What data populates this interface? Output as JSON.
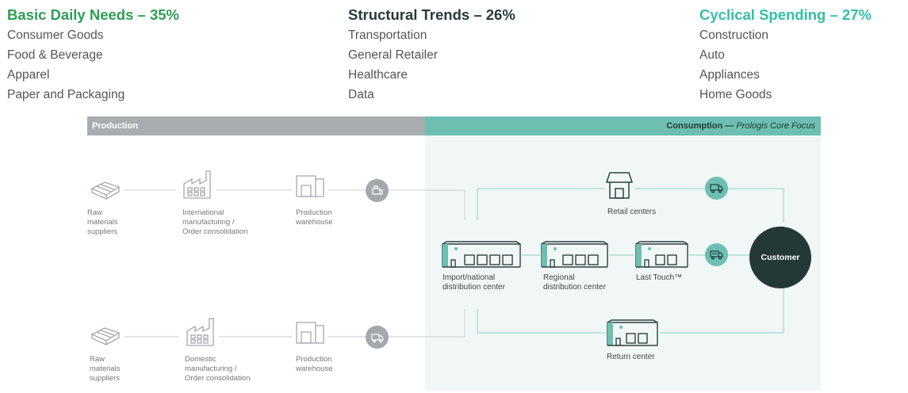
{
  "columns": [
    {
      "title": "Basic Daily Needs – 35%",
      "color": "#2e9e56",
      "items": [
        "Consumer Goods",
        "Food & Beverage",
        "Apparel",
        "Paper and Packaging"
      ]
    },
    {
      "title": "Structural Trends – 26%",
      "color": "#2a3a3a",
      "items": [
        "Transportation",
        "General Retailer",
        "Healthcare",
        "Data"
      ]
    },
    {
      "title": "Cyclical Spending – 27%",
      "color": "#34bfa6",
      "items": [
        "Construction",
        "Auto",
        "Appliances",
        "Home Goods"
      ]
    }
  ],
  "bands": {
    "production": "Production",
    "consumption": "Consumption —",
    "consumption_focus": "Prologis Core Focus"
  },
  "nodes": {
    "raw_top": "Raw\nmaterials\nsuppliers",
    "intl_mfg": "International\nmanufacturing /\nOrder consolidation",
    "prod_wh_top": "Production\nwarehouse",
    "raw_bottom": "Raw\nmaterials\nsuppliers",
    "dom_mfg": "Domestic\nmanufacturing /\nOrder consolidation",
    "prod_wh_bottom": "Production\nwarehouse",
    "import_dc": "Import/national\ndistribution center",
    "regional_dc": "Regional\ndistribution center",
    "last_touch": "Last Touch™",
    "retail": "Retail centers",
    "return_center": "Return center",
    "customer": "Customer"
  },
  "colors": {
    "production_band": "#a9adb2",
    "consumption_band": "#6dbfb1",
    "consumption_bg": "#f1f7f6",
    "teal_circle": "#6dbfb1",
    "gray_circle": "#a3a8ad",
    "customer": "#243838"
  }
}
